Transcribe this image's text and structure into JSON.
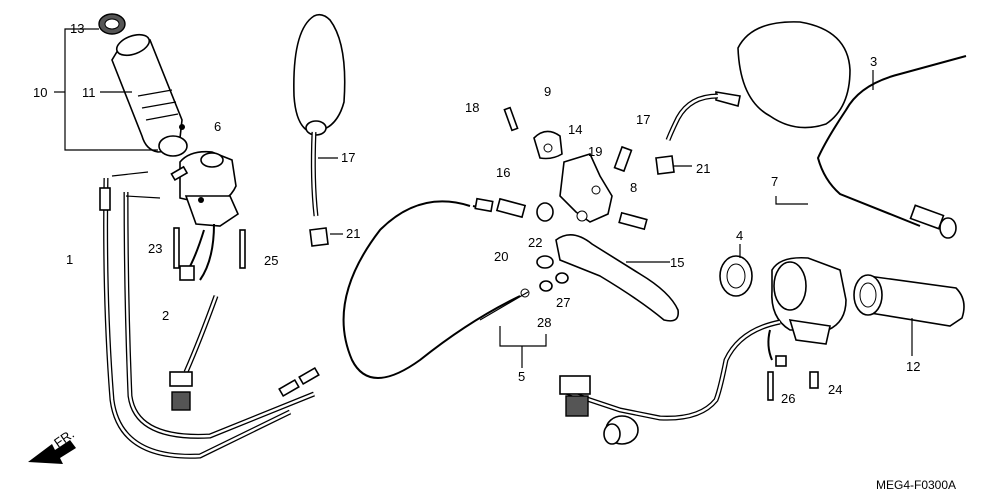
{
  "diagram": {
    "code": "MEG4-F0300A",
    "direction_label": "FR."
  },
  "labels": {
    "p1": "1",
    "p2": "2",
    "p3": "3",
    "p4": "4",
    "p5": "5",
    "p6": "6",
    "p7": "7",
    "p8": "8",
    "p9": "9",
    "p10": "10",
    "p11": "11",
    "p12": "12",
    "p13": "13",
    "p14": "14",
    "p15": "15",
    "p16": "16",
    "p17a": "17",
    "p17b": "17",
    "p18": "18",
    "p19": "19",
    "p20": "20",
    "p21a": "21",
    "p21b": "21",
    "p22": "22",
    "p23": "23",
    "p24": "24",
    "p25": "25",
    "p26": "26",
    "p27": "27",
    "p28": "28"
  }
}
